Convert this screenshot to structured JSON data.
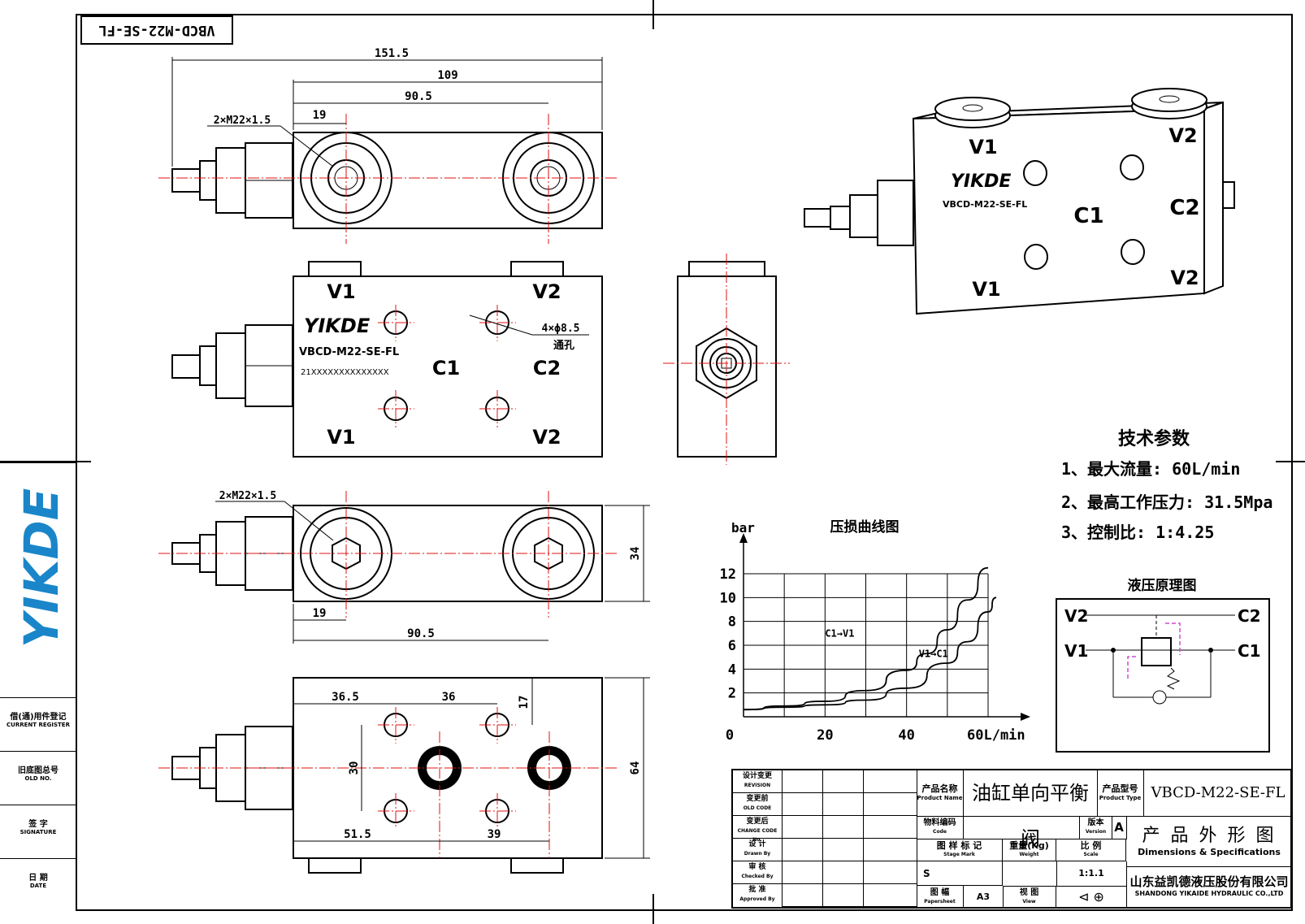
{
  "drawing_id_rotated": "VBCD-M22-SE-FL",
  "dims_top_view": {
    "overall": "151.5",
    "body": "109",
    "port_spacing": "90.5",
    "edge": "19",
    "thread": "2×M22×1.5"
  },
  "front_view": {
    "port_v1_top": "V1",
    "port_v2_top": "V2",
    "port_v1_bottom": "V1",
    "port_v2_bottom": "V2",
    "port_c1": "C1",
    "port_c2": "C2",
    "brand": "YIKDE",
    "model": "VBCD-M22-SE-FL",
    "serial": "21XXXXXXXXXXXXXX",
    "holes": "4×ϕ8.5",
    "holes_note": "通孔"
  },
  "dims_bottom_view": {
    "thread": "2×M22×1.5",
    "height": "34",
    "edge": "19",
    "port_spacing": "90.5"
  },
  "dims_plan_view": {
    "a": "36.5",
    "b": "36",
    "c": "17",
    "d": "30",
    "e": "51.5",
    "f": "39",
    "height": "64"
  },
  "iso_view": {
    "v1_top": "V1",
    "v2_top": "V2",
    "c1": "C1",
    "c2": "C2",
    "v1_bottom": "V1",
    "v2_bottom": "V2",
    "brand": "YIKDE",
    "model": "VBCD-M22-SE-FL"
  },
  "tech_params": {
    "title": "技术参数",
    "lines": [
      "1、最大流量: 60L/min",
      "2、最高工作压力: 31.5Mpa",
      "3、控制比: 1:4.25"
    ]
  },
  "schematic": {
    "title": "液压原理图",
    "v2": "V2",
    "c2": "C2",
    "v1": "V1",
    "c1": "C1"
  },
  "chart_data": {
    "type": "line",
    "title": "压损曲线图",
    "xlabel": "L/min",
    "ylabel": "bar",
    "xlim": [
      0,
      60
    ],
    "ylim": [
      0,
      12
    ],
    "x_ticks": [
      "0",
      "20",
      "40",
      "60L/min"
    ],
    "y_ticks": [
      "2",
      "4",
      "6",
      "8",
      "10",
      "12"
    ],
    "grid": true,
    "series": [
      {
        "name": "C1→V1",
        "x": [
          0,
          10,
          20,
          30,
          40,
          45,
          50,
          55,
          60
        ],
        "y": [
          0.6,
          0.9,
          1.3,
          2.2,
          3.9,
          5.3,
          7.3,
          9.8,
          12.5
        ]
      },
      {
        "name": "V1→C1",
        "x": [
          0,
          10,
          20,
          30,
          40,
          50,
          55,
          60,
          62
        ],
        "y": [
          0.6,
          0.8,
          1.0,
          1.4,
          2.4,
          4.5,
          6.3,
          8.8,
          10.0
        ]
      }
    ]
  },
  "side_strip": {
    "logo": "YIKDE",
    "row1_cn": "借(通)用件登记",
    "row1_en": "CURRENT REGISTER",
    "row2_cn": "旧底图总号",
    "row2_en": "OLD NO.",
    "row3_cn": "签 字",
    "row3_en": "SIGNATURE",
    "row4_cn": "日 期",
    "row4_en": "DATE"
  },
  "title_block": {
    "rev_labels": [
      {
        "cn": "设计变更",
        "en": "REVISION"
      },
      {
        "cn": "变更前",
        "en": "OLD CODE"
      },
      {
        "cn": "变更后",
        "en": "CHANGE CODE No."
      },
      {
        "cn": "设 计",
        "en": "Drawn By"
      },
      {
        "cn": "审 核",
        "en": "Checked By"
      },
      {
        "cn": "批 准",
        "en": "Approved By"
      }
    ],
    "product_name_label_cn": "产品名称",
    "product_name_label_en": "Product Name",
    "product_name": "油缸单向平衡阀",
    "product_type_label_cn": "产品型号",
    "product_type_label_en": "Product Type",
    "product_type": "VBCD-M22-SE-FL",
    "code_label_cn": "物料编码",
    "code_label_en": "Code",
    "version_label_cn": "版本",
    "version_label_en": "Version",
    "version": "A",
    "drawing_title_cn": "产 品 外 形 图",
    "drawing_title_en": "Dimensions & Specifications",
    "stage_label_cn": "图 样 标 记",
    "stage_label_en": "Stage Mark",
    "stage": "S",
    "weight_label_cn": "重量(Kg)",
    "weight_label_en": "Weight",
    "scale_label_cn": "比 例",
    "scale_label_en": "Scale",
    "scale": "1:1.1",
    "sheet_label_cn": "图 幅",
    "sheet_label_en": "Papersheet",
    "sheet": "A3",
    "view_label_cn": "视 图",
    "view_label_en": "View",
    "company_cn": "山东益凯德液压股份有限公司",
    "company_en": "SHANDONG YIKAIDE HYDRAULIC CO.,LTD"
  }
}
